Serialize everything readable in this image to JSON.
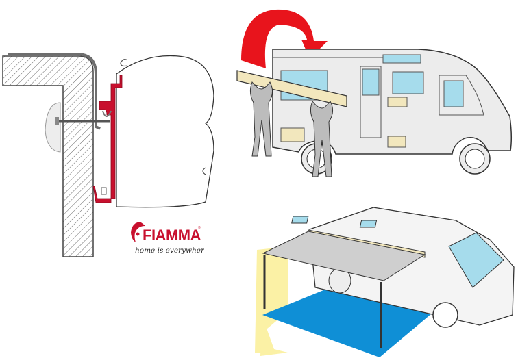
{
  "brand": {
    "name": "FIAMMA",
    "registered_mark": "®",
    "tagline": "home is everywhere",
    "color": "#c8102e"
  },
  "panels": {
    "bracket_diagram": {
      "label": "Awning wall-bracket cross-section",
      "bracket_color": "#c8102e",
      "wall_color": "#9a9a9a",
      "seal_color": "#6e6e6e"
    },
    "install_illustration": {
      "label": "Two people lifting awning onto motorhome",
      "arrow_color": "#e8141c",
      "window_color": "#a6dcec",
      "locker_color": "#f2e7bd",
      "body_color": "#ececec"
    },
    "deployed_illustration": {
      "label": "Motorhome with extended awning",
      "floor_mat_color": "#0f8fd6",
      "light_color": "#fbf1a5",
      "canopy_color": "#cfcfcf"
    }
  }
}
